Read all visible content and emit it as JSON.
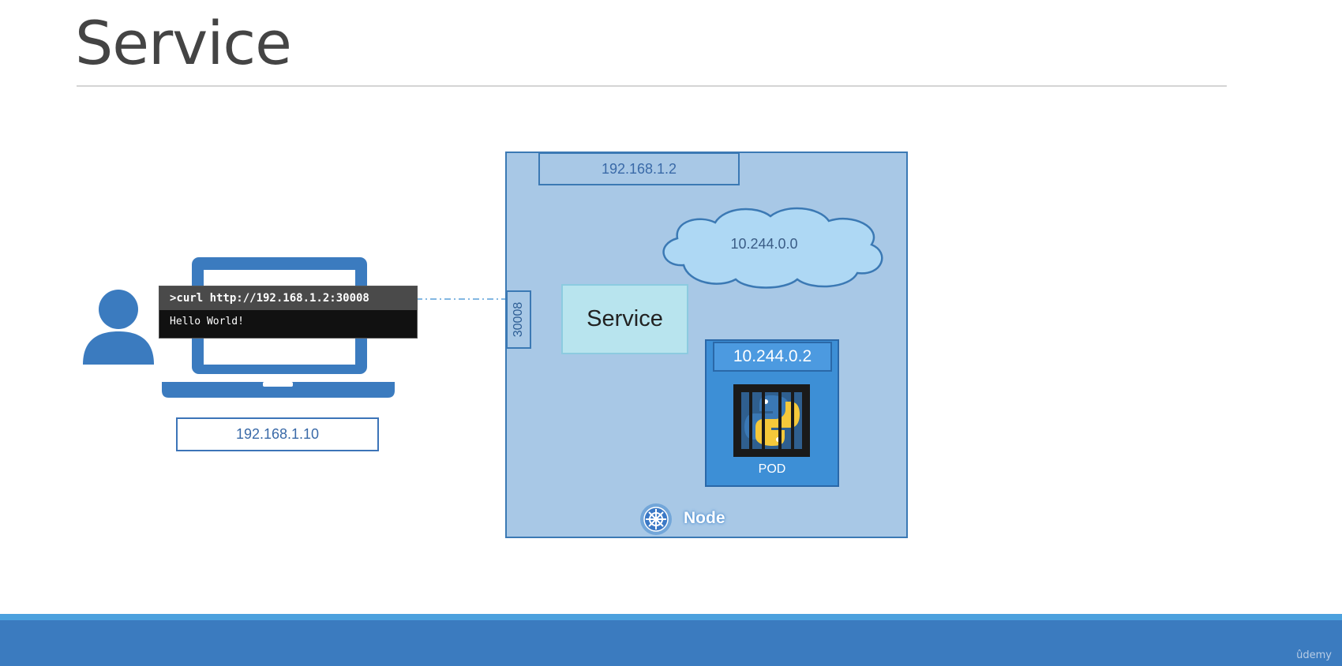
{
  "slide": {
    "title": "Service",
    "watermark": "ûdemy"
  },
  "client": {
    "terminal_command": ">curl http://192.168.1.2:30008",
    "terminal_output": "Hello World!",
    "ip": "192.168.1.10",
    "user_icon": "person-icon",
    "laptop_icon": "laptop-icon"
  },
  "node": {
    "ip": "192.168.1.2",
    "label": "Node",
    "logo_icon": "kubernetes-helm-icon",
    "network_cidr": "10.244.0.0",
    "node_port": "30008",
    "service_label": "Service",
    "pod": {
      "ip": "10.244.0.2",
      "label": "POD",
      "icon": "python-container-icon"
    }
  },
  "colors": {
    "node_fill": "#a8c8e6",
    "node_border": "#3b79b4",
    "pod_fill": "#3d8fd6",
    "service_fill": "#b8e4ee",
    "footer": "#3b7bbf"
  }
}
